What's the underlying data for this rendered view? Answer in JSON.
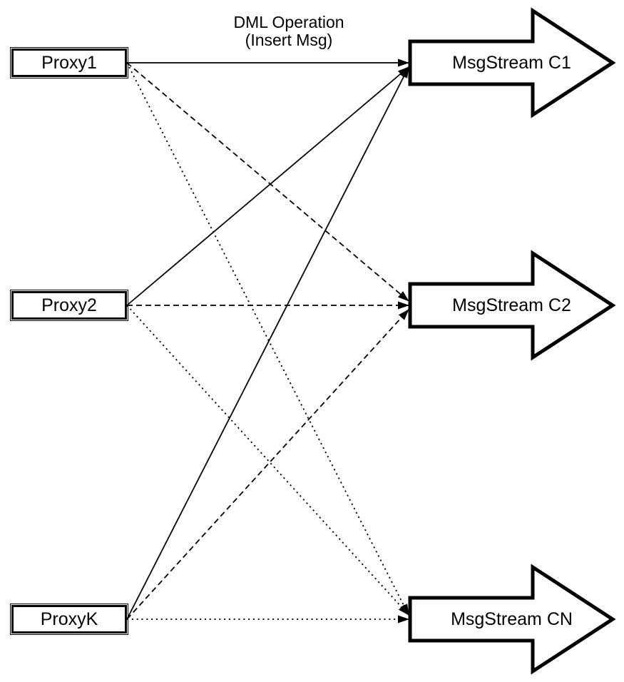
{
  "title": {
    "line1": "DML Operation",
    "line2": "(Insert Msg)"
  },
  "proxies": [
    {
      "label": "Proxy1"
    },
    {
      "label": "Proxy2"
    },
    {
      "label": "ProxyK"
    }
  ],
  "streams": [
    {
      "label": "MsgStream C1"
    },
    {
      "label": "MsgStream C2"
    },
    {
      "label": "MsgStream CN"
    }
  ],
  "edges": [
    {
      "from": 0,
      "to": 0,
      "style": "solid"
    },
    {
      "from": 1,
      "to": 0,
      "style": "solid"
    },
    {
      "from": 2,
      "to": 0,
      "style": "solid"
    },
    {
      "from": 0,
      "to": 1,
      "style": "dashed"
    },
    {
      "from": 1,
      "to": 1,
      "style": "dashed"
    },
    {
      "from": 2,
      "to": 1,
      "style": "dashed"
    },
    {
      "from": 0,
      "to": 2,
      "style": "dotted"
    },
    {
      "from": 1,
      "to": 2,
      "style": "dotted"
    },
    {
      "from": 2,
      "to": 2,
      "style": "dotted"
    }
  ],
  "colors": {
    "stroke": "#000000",
    "fill": "#ffffff"
  }
}
